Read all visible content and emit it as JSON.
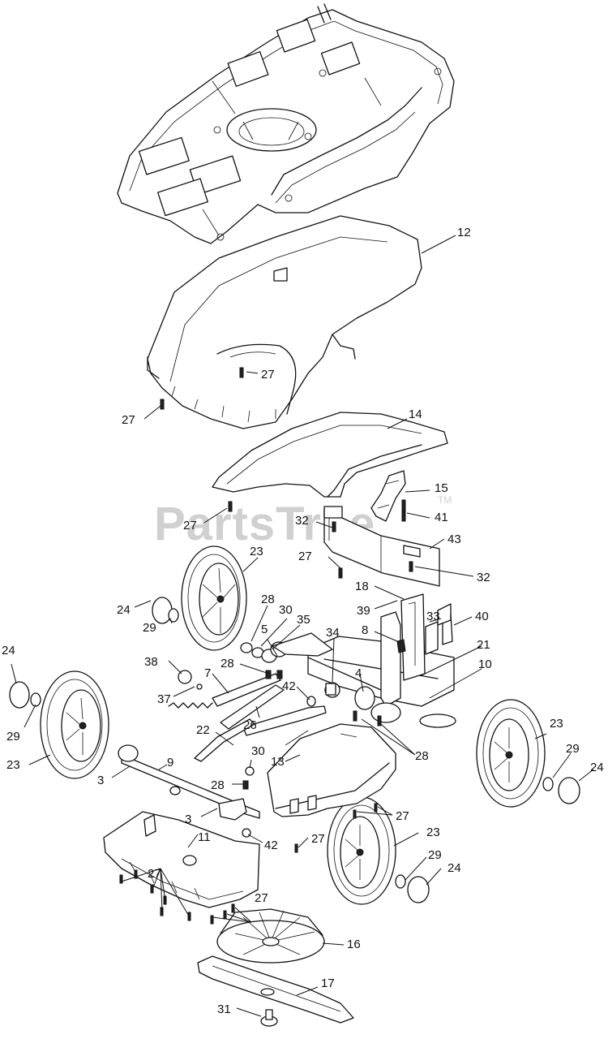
{
  "watermark": {
    "text": "PartsTree",
    "tm": "TM"
  },
  "callouts": [
    {
      "id": "c12-a",
      "label": "12"
    },
    {
      "id": "c27-a",
      "label": "27"
    },
    {
      "id": "c27-b",
      "label": "27"
    },
    {
      "id": "c14-a",
      "label": "14"
    },
    {
      "id": "c15-a",
      "label": "15"
    },
    {
      "id": "c41-a",
      "label": "41"
    },
    {
      "id": "c27-c",
      "label": "27"
    },
    {
      "id": "c32-a",
      "label": "32"
    },
    {
      "id": "c43-a",
      "label": "43"
    },
    {
      "id": "c23-a",
      "label": "23"
    },
    {
      "id": "c27-d",
      "label": "27"
    },
    {
      "id": "c32-b",
      "label": "32"
    },
    {
      "id": "c24-a",
      "label": "24"
    },
    {
      "id": "c29-a",
      "label": "29"
    },
    {
      "id": "c28-a",
      "label": "28"
    },
    {
      "id": "c30-a",
      "label": "30"
    },
    {
      "id": "c35-a",
      "label": "35"
    },
    {
      "id": "c18-a",
      "label": "18"
    },
    {
      "id": "c39-a",
      "label": "39"
    },
    {
      "id": "c33-a",
      "label": "33"
    },
    {
      "id": "c40-a",
      "label": "40"
    },
    {
      "id": "c5-a",
      "label": "5"
    },
    {
      "id": "c34-a",
      "label": "34"
    },
    {
      "id": "c8-a",
      "label": "8"
    },
    {
      "id": "c21-a",
      "label": "21"
    },
    {
      "id": "c24-b",
      "label": "24"
    },
    {
      "id": "c38-a",
      "label": "38"
    },
    {
      "id": "c7-a",
      "label": "7"
    },
    {
      "id": "c28-b",
      "label": "28"
    },
    {
      "id": "c4-a",
      "label": "4"
    },
    {
      "id": "c10-a",
      "label": "10"
    },
    {
      "id": "c42-a",
      "label": "42"
    },
    {
      "id": "c37-a",
      "label": "37"
    },
    {
      "id": "c29-b",
      "label": "29"
    },
    {
      "id": "c26-a",
      "label": "26"
    },
    {
      "id": "c23-b",
      "label": "23"
    },
    {
      "id": "c22-a",
      "label": "22"
    },
    {
      "id": "c28-c",
      "label": "28"
    },
    {
      "id": "c23-c",
      "label": "23"
    },
    {
      "id": "c29-c",
      "label": "29"
    },
    {
      "id": "c24-c",
      "label": "24"
    },
    {
      "id": "c9-a",
      "label": "9"
    },
    {
      "id": "c30-b",
      "label": "30"
    },
    {
      "id": "c13-a",
      "label": "13"
    },
    {
      "id": "c3-a",
      "label": "3"
    },
    {
      "id": "c28-d",
      "label": "28"
    },
    {
      "id": "c3-b",
      "label": "3"
    },
    {
      "id": "c27-e",
      "label": "27"
    },
    {
      "id": "c11-a",
      "label": "11"
    },
    {
      "id": "c27-f",
      "label": "27"
    },
    {
      "id": "c23-d",
      "label": "23"
    },
    {
      "id": "c42-b",
      "label": "42"
    },
    {
      "id": "c29-d",
      "label": "29"
    },
    {
      "id": "c24-d",
      "label": "24"
    },
    {
      "id": "c27-g",
      "label": "27"
    },
    {
      "id": "c27-h",
      "label": "27"
    },
    {
      "id": "c16-a",
      "label": "16"
    },
    {
      "id": "c17-a",
      "label": "17"
    },
    {
      "id": "c31-a",
      "label": "31"
    }
  ]
}
